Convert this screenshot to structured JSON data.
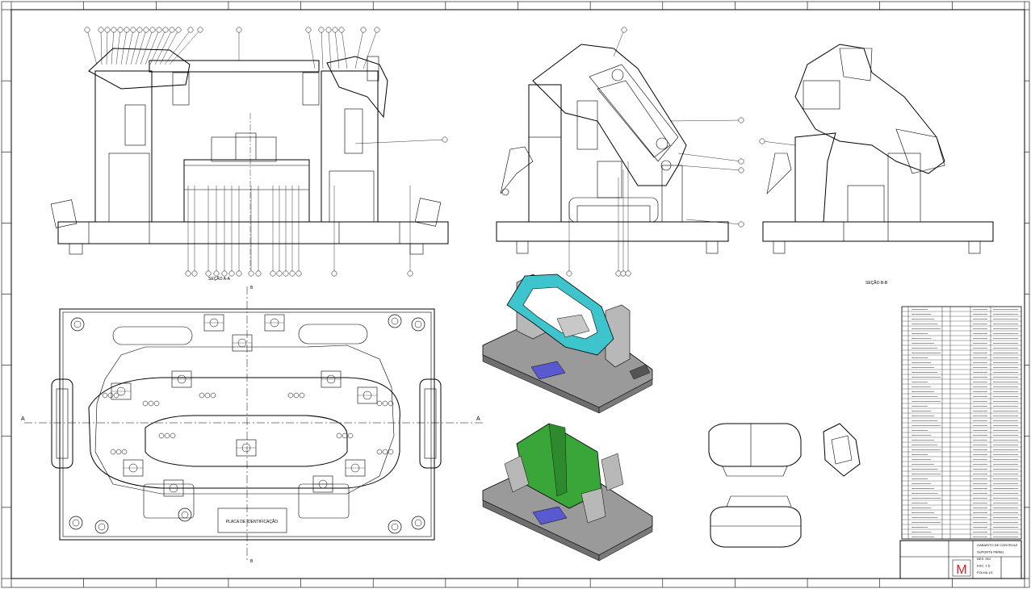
{
  "drawing": {
    "section_view_label": "SEÇÃO A-A",
    "detail_view_label": "SEÇÃO B-B",
    "cut_marker_top": "B",
    "cut_marker_bottom": "B",
    "cut_marker_left": "A",
    "cut_marker_right": "A",
    "plate_label": "PLACA DE IDENTIFICAÇÃO"
  },
  "title_block": {
    "logo_letter": "M",
    "rows": [
      "GABARITO DE CONTROLE",
      "SUPORTE PAINEL",
      "DES. 001",
      "ESC. 1:5",
      "FOLHA 1/1"
    ]
  },
  "colors": {
    "line": "#000000",
    "fixture_cyan": "#3ec4cc",
    "part_green": "#3aa63a",
    "base_grey": "#9a9a9a",
    "pad_blue": "#5a5ad0",
    "logo_red": "#d2222a"
  }
}
